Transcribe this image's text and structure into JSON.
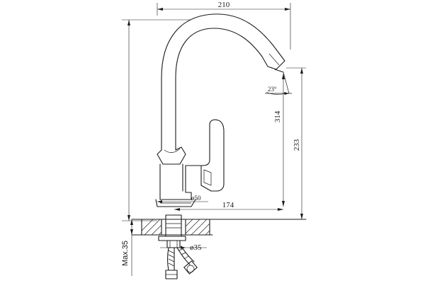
{
  "drawing": {
    "dimensions": {
      "overall_width": "210",
      "spout_reach": "174",
      "spout_outlet_height": "233",
      "total_height": "314",
      "spout_angle": "23°",
      "base_diameter": "ø50",
      "hole_diameter": "ø35",
      "max_deck_thickness": "Max.35"
    }
  }
}
